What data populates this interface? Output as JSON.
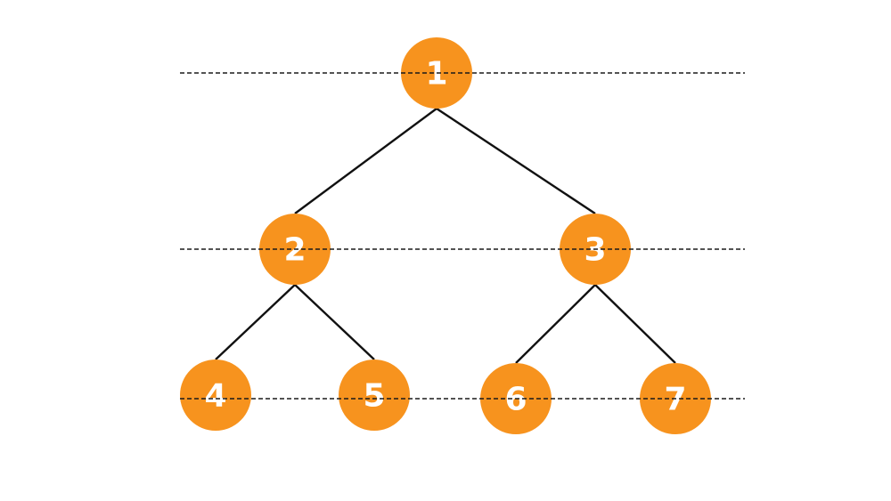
{
  "colors": {
    "node_fill": "#F7931E",
    "node_text": "#FFFFFF",
    "edge": "#111111",
    "level_line": "#1A1A1A",
    "background": "#FFFFFF"
  },
  "tree": {
    "nodes": [
      {
        "id": "1",
        "label": "1"
      },
      {
        "id": "2",
        "label": "2"
      },
      {
        "id": "3",
        "label": "3"
      },
      {
        "id": "4",
        "label": "4"
      },
      {
        "id": "5",
        "label": "5"
      },
      {
        "id": "6",
        "label": "6"
      },
      {
        "id": "7",
        "label": "7"
      }
    ],
    "edges": [
      {
        "from": "1",
        "to": "2"
      },
      {
        "from": "1",
        "to": "3"
      },
      {
        "from": "2",
        "to": "4"
      },
      {
        "from": "2",
        "to": "5"
      },
      {
        "from": "3",
        "to": "6"
      },
      {
        "from": "3",
        "to": "7"
      }
    ],
    "level_line_style": "dashed"
  }
}
